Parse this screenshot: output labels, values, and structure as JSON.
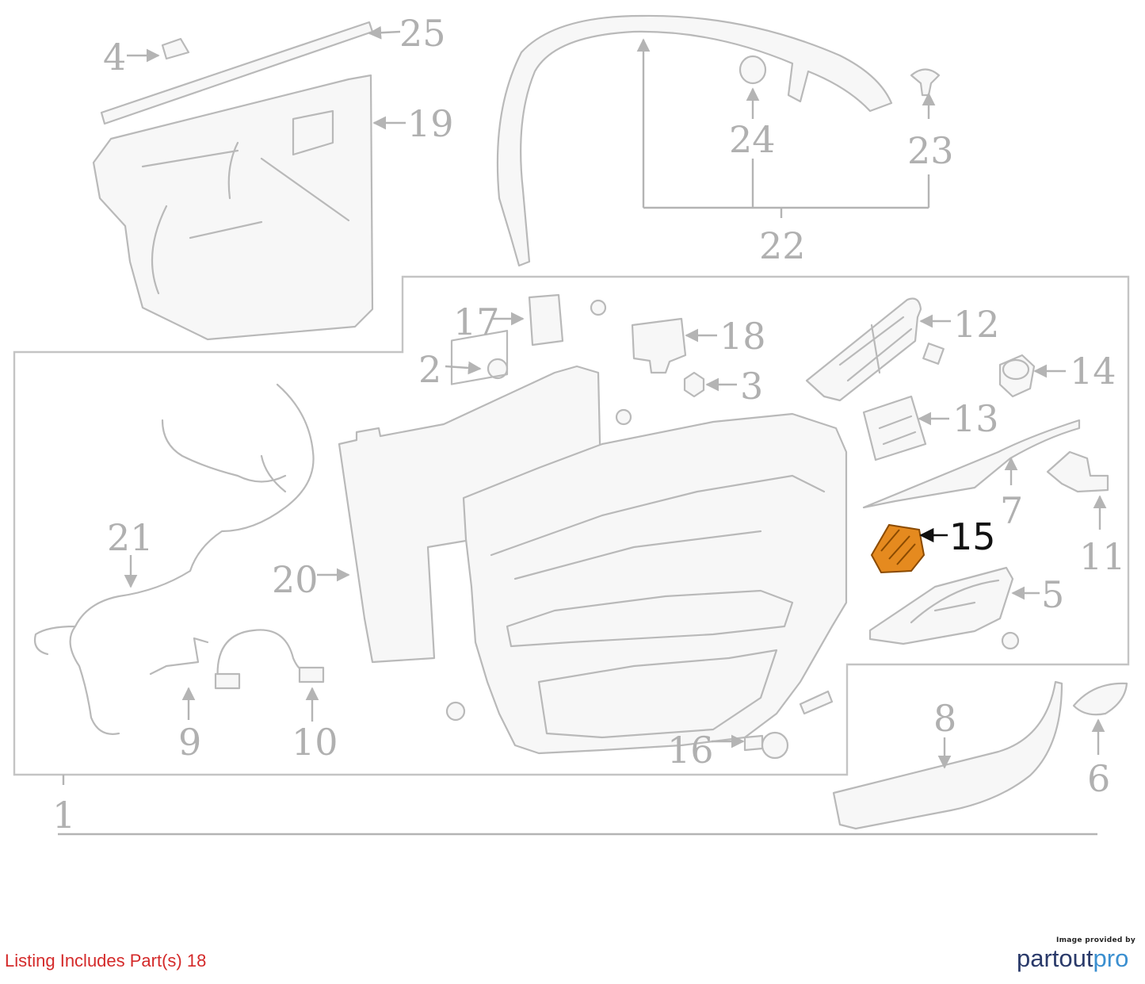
{
  "diagram": {
    "highlighted_part": "15",
    "highlight_color": "#e58a1f",
    "callouts": [
      "1",
      "2",
      "3",
      "4",
      "5",
      "6",
      "7",
      "8",
      "9",
      "10",
      "11",
      "12",
      "13",
      "14",
      "15",
      "16",
      "17",
      "18",
      "19",
      "20",
      "21",
      "22",
      "23",
      "24",
      "25"
    ]
  },
  "footer": {
    "listing_text": "Listing Includes Part(s) 18",
    "listing_color": "#d42a2a"
  },
  "credit": {
    "caption": "Image provided by",
    "brand_part1": "partout",
    "brand_part2": "pro",
    "brand_color1": "#2a3a6a",
    "brand_color2": "#3a8fd0"
  }
}
